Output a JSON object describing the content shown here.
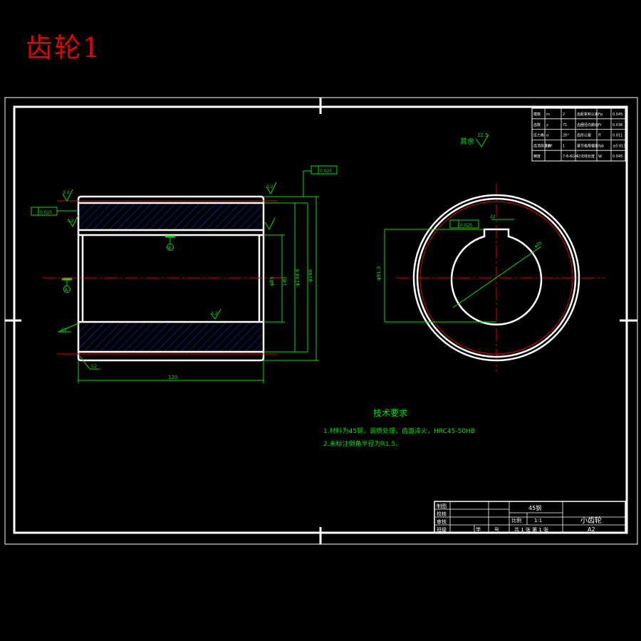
{
  "page_title": "齿轮1",
  "surface_finish": {
    "label": "其余",
    "value": "12.5"
  },
  "dimensions": {
    "overall_length": "120",
    "bore_dia_inner": "φ85",
    "d1": "φ85",
    "d2": "140",
    "d3": "φ144.6",
    "d4": "φ160",
    "keyway_depth": "φ91.3",
    "keyway_width": "22",
    "bore_radius_note": "φ85",
    "chamfer_1": "C2",
    "chamfer_2": "C2",
    "roughness_a": "3.2",
    "roughness_b": "3.2",
    "roughness_c": "3.2",
    "roughness_d": "3.2",
    "runout_1": "0.025",
    "runout_2": "0.025",
    "sym_tol": "0.025",
    "datum_a": "A",
    "datum_b": "B"
  },
  "param_table": [
    [
      "模数",
      "m",
      "2",
      "齿距累积公差",
      "Fp",
      "0.045"
    ],
    [
      "齿数",
      "z",
      "71",
      "齿圈径向跳动",
      "Fr",
      "0.036"
    ],
    [
      "压力角",
      "α",
      "20°",
      "齿形公差",
      "ff",
      "0.011"
    ],
    [
      "齿顶高系数",
      "ha*",
      "1",
      "基节极限偏差",
      "fpb",
      "±0.013"
    ],
    [
      "精度",
      "",
      "7-6-6GM",
      "公法线长度",
      "W",
      "0.045"
    ]
  ],
  "tech_req": {
    "title": "技术要求",
    "items": [
      "1.材料为45钢，调质处理，齿面淬火，HRC45-50HB",
      "2.未标注倒角半径为R1.5。"
    ]
  },
  "title_block": {
    "left_labels": [
      "制图",
      "校核",
      "审核",
      "班级"
    ],
    "material": "45钢",
    "scale_label": "比例",
    "scale_value": "1:1",
    "sheet_info": "共 1 张  第 1 张",
    "part_name": "小齿轮",
    "drawing_no": "A2",
    "student_label": "学",
    "number_label": "号"
  }
}
